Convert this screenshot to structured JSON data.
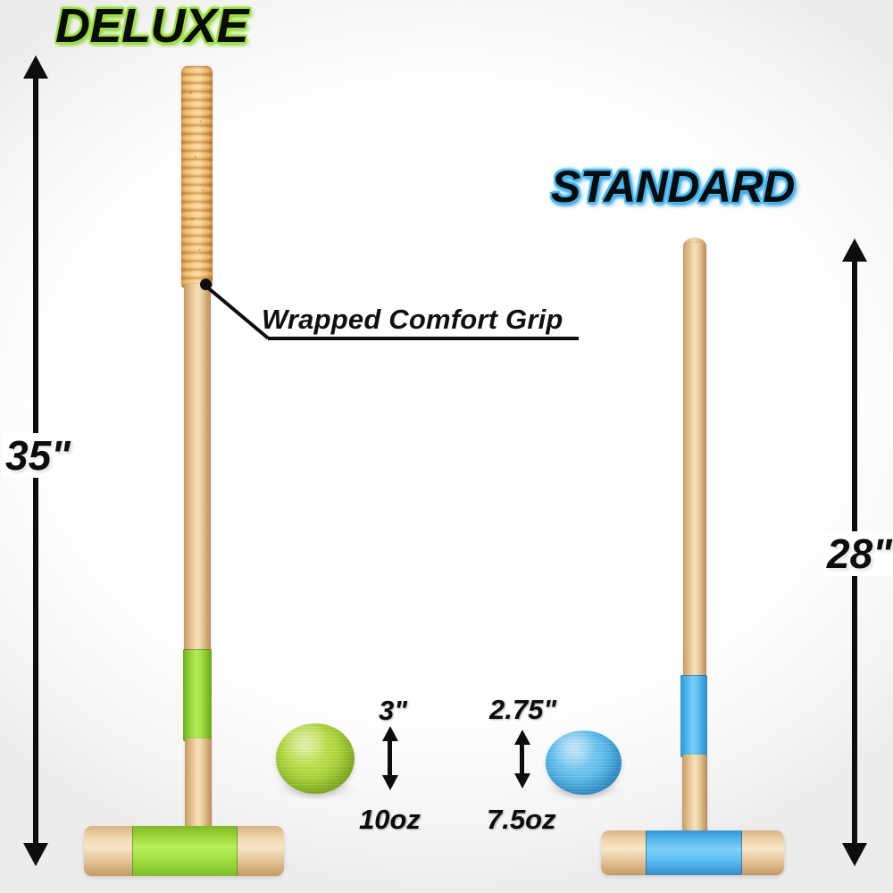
{
  "titles": {
    "deluxe": "DELUXE",
    "standard": "STANDARD"
  },
  "callout": {
    "grip_label": "Wrapped Comfort Grip"
  },
  "dimensions": {
    "deluxe_length": "35\"",
    "standard_length": "28\"",
    "deluxe_ball_diameter": "3\"",
    "deluxe_ball_weight": "10oz",
    "standard_ball_diameter": "2.75\"",
    "standard_ball_weight": "7.5oz"
  },
  "colors": {
    "deluxe_accent": "#9ae234",
    "standard_accent": "#3fb8f0",
    "wood": "#f0d2a4",
    "grip": "#efbd74",
    "ball_green": "#b4dc3f",
    "ball_blue": "#64c2f0",
    "ink": "#0d0d0d"
  },
  "products": [
    {
      "name": "DELUXE",
      "mallet_length": "35\"",
      "ball_diameter": "3\"",
      "ball_weight": "10oz",
      "accent_color": "#9ae234",
      "has_wrapped_grip": true
    },
    {
      "name": "STANDARD",
      "mallet_length": "28\"",
      "ball_diameter": "2.75\"",
      "ball_weight": "7.5oz",
      "accent_color": "#3fb8f0",
      "has_wrapped_grip": false
    }
  ]
}
